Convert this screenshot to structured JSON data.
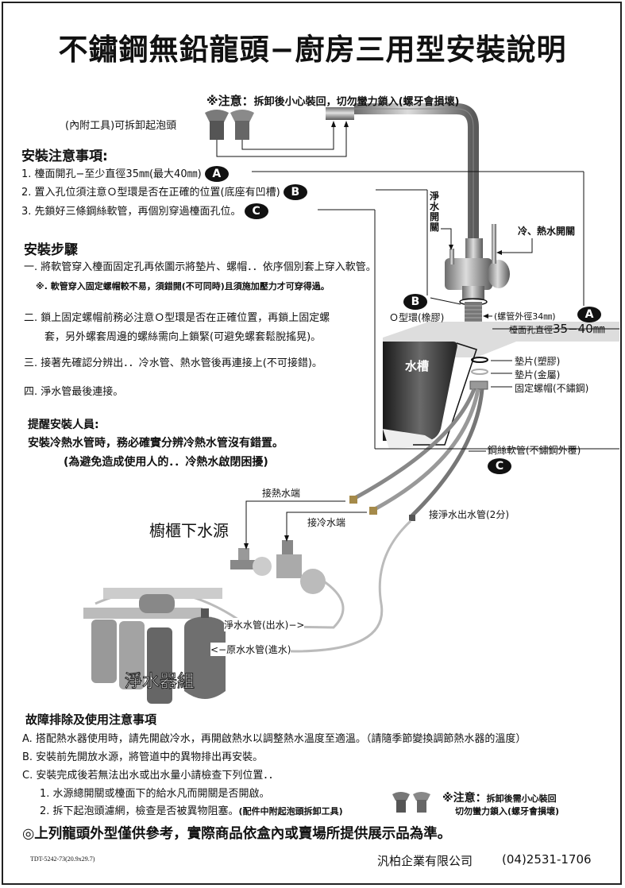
{
  "title": "不鏽鋼無鉛龍頭−廚房三用型安裝說明",
  "aerator_note": {
    "warning_label": "※注意：",
    "warning_text": "拆卸後小心裝回，切勿蠻力鎖入(螺牙會損壞)",
    "tool_label": "(內附工具)可拆卸起泡頭"
  },
  "precautions": {
    "heading": "安裝注意事項:",
    "items": [
      {
        "text": "1. 檯面開孔−至少直徑35㎜(最大40㎜)",
        "badge": "A"
      },
      {
        "text": "2. 置入孔位須注意Ｏ型環是否在正確的位置(底座有凹槽)",
        "badge": "B"
      },
      {
        "text": "3. 先鎖好三條鋼絲軟管，再個別穿過檯面孔位。",
        "badge": "C"
      }
    ]
  },
  "steps": {
    "heading": "安裝步驟",
    "items": [
      "一. 將軟管穿入檯面固定孔再依圖示將墊片、螺帽．．依序個別套上穿入軟管。",
      "※. 軟管穿入固定螺帽較不易，須錯開(不可同時)且須施加壓力才可穿得過。",
      "二. 鎖上固定螺帽前務必注意Ｏ型環是否在正確位置，再鎖上固定螺",
      "套，另外螺套周邊的螺絲需向上鎖緊(可避免螺套鬆脫搖晃)。",
      "三. 接著先確認分辨出．．冷水管、熱水管後再連接上(不可接錯)。",
      "四. 淨水管最後連接。"
    ]
  },
  "reminder": {
    "heading": "提醒安裝人員:",
    "line1": "安裝冷熱水管時，務必確實分辨冷熱水管沒有錯置。",
    "line2": "(為避免造成使用人的．．冷熱水啟閉困擾)"
  },
  "diagram": {
    "pure_switch": "淨水開關",
    "hot_cold_switch": "冷、熱水開關",
    "oring_badge": "B",
    "oring_label": "Ｏ型環(橡膠)",
    "pipe_od": "(螺管外徑34㎜)",
    "hole_badge": "A",
    "hole_label_prefix": "檯面孔直徑",
    "hole_label_value": "35−40㎜",
    "sink_label": "水槽",
    "washer_plastic": "墊片(塑膠)",
    "washer_metal": "墊片(金屬)",
    "nut": "固定螺帽(不鏽鋼)",
    "hose": "鋼絲軟管(不鏽鋼外覆)",
    "hose_badge": "C",
    "hot_end": "接熱水端",
    "cold_end": "接冷水端",
    "pure_outlet": "接淨水出水管(2分)",
    "cabinet_source": "櫥櫃下水源",
    "pure_out_pipe": "淨水水管(出水)−>",
    "raw_in_pipe": "<−原水水管(進水)",
    "purifier_label": "淨水器組"
  },
  "troubleshooting": {
    "heading": "故障排除及使用注意事項",
    "items": [
      "A. 搭配熱水器使用時，請先開啟冷水，再開啟熱水以調整熱水溫度至適溫。（請隨季節變換調節熱水器的溫度）",
      "B. 安裝前先開放水源，將管道中的異物排出再安裝。",
      "C. 安裝完成後若無法出水或出水量小請檢查下列位置．．"
    ],
    "subitems": [
      "1. 水源總開關或檯面下的給水凡而開關是否開啟。",
      "2. 拆下起泡頭濾網，檢查是否被異物阻塞。"
    ],
    "subitem2_note": "(配件中附起泡頭拆卸工具)",
    "warning_label": "※注意：",
    "warning_line1": "拆卸後需小心裝回",
    "warning_line2": "切勿蠻力鎖入(螺牙會損壞)"
  },
  "disclaimer": "◎上列龍頭外型僅供參考，實際商品依盒內或賣場所提供展示品為準。",
  "footer": {
    "doc_code": "TDT-5242-73(20.9x29.7)",
    "company": "汎柏企業有限公司",
    "phone": "(04)2531-1706"
  }
}
